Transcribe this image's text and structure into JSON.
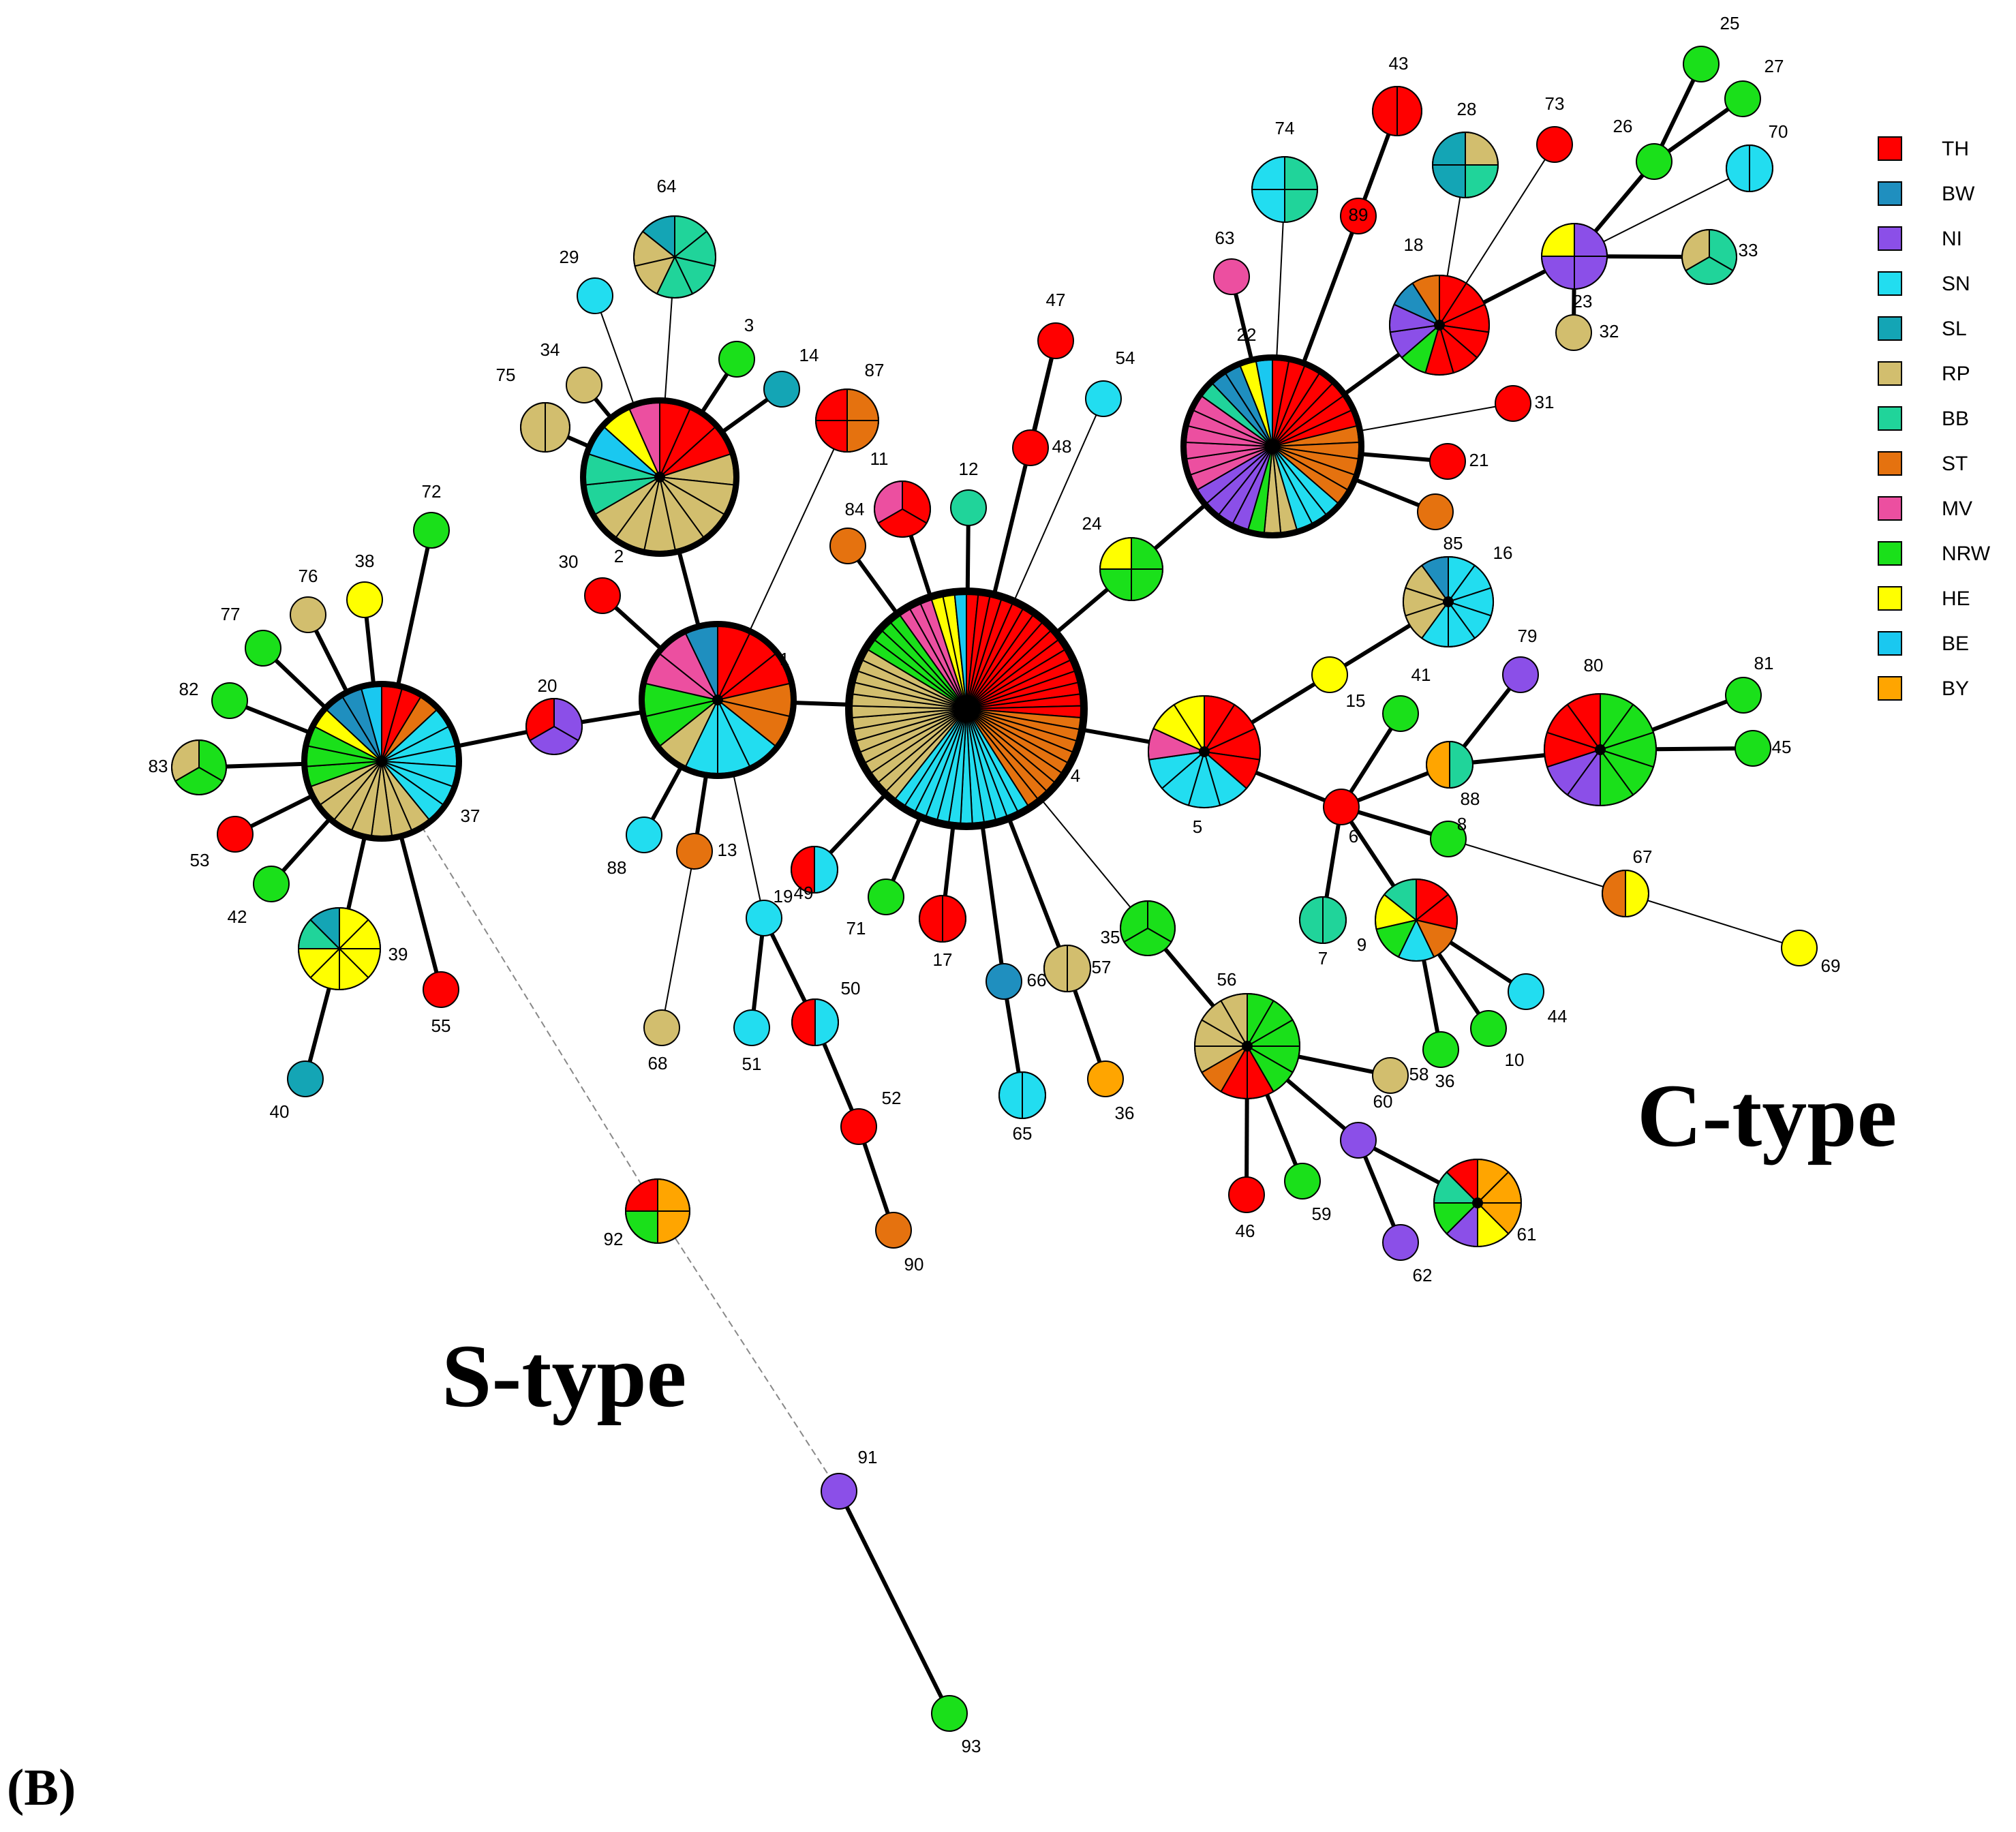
{
  "figure": {
    "panel_label": "(B)",
    "cluster_labels": {
      "c_type": "C-type",
      "s_type": "S-type"
    }
  },
  "legend": [
    {
      "code": "TH",
      "color": "#FF0000"
    },
    {
      "code": "BW",
      "color": "#1F8FBF"
    },
    {
      "code": "NI",
      "color": "#8B4FE8"
    },
    {
      "code": "SN",
      "color": "#22DDF0"
    },
    {
      "code": "SL",
      "color": "#14A5B5"
    },
    {
      "code": "RP",
      "color": "#D2BE6E"
    },
    {
      "code": "BB",
      "color": "#20D49A"
    },
    {
      "code": "ST",
      "color": "#E5720F"
    },
    {
      "code": "MV",
      "color": "#EC4FA0"
    },
    {
      "code": "NRW",
      "color": "#1AE01A"
    },
    {
      "code": "HE",
      "color": "#FFFF00"
    },
    {
      "code": "BE",
      "color": "#1AC8F0"
    },
    {
      "code": "BY",
      "color": "#FFA500"
    }
  ],
  "nodes": [
    {
      "id": "4",
      "slices": {
        "TH": 16,
        "ST": 9,
        "SN": 12,
        "RP": 14,
        "NRW": 4,
        "MV": 3,
        "HE": 2,
        "BE": 1
      },
      "ring": true
    },
    {
      "id": "1",
      "slices": {
        "TH": 3,
        "ST": 2,
        "SN": 3,
        "RP": 1,
        "NRW": 2,
        "MV": 2,
        "BW": 1
      },
      "ring": true
    },
    {
      "id": "2",
      "slices": {
        "TH": 3,
        "RP": 7,
        "BB": 2,
        "BE": 1,
        "HE": 1,
        "MV": 1
      },
      "ring": true
    },
    {
      "id": "37",
      "slices": {
        "TH": 2,
        "ST": 1,
        "SN": 6,
        "RP": 7,
        "NRW": 3,
        "HE": 1,
        "BW": 2,
        "BE": 1
      },
      "ring": true
    },
    {
      "id": "22",
      "slices": {
        "TH": 7,
        "ST": 5,
        "SN": 3,
        "RP": 2,
        "NRW": 1,
        "NI": 4,
        "MV": 6,
        "BB": 1,
        "BW": 2,
        "HE": 1,
        "BE": 1
      },
      "ring": true
    },
    {
      "id": "5",
      "slices": {
        "TH": 4,
        "SN": 4,
        "MV": 1,
        "HE": 2
      }
    },
    {
      "id": "56",
      "slices": {
        "NRW": 5,
        "TH": 2,
        "ST": 1,
        "RP": 4
      }
    },
    {
      "id": "80",
      "slices": {
        "NRW": 5,
        "NI": 2,
        "TH": 3
      }
    },
    {
      "id": "18",
      "slices": {
        "TH": 6,
        "NRW": 1,
        "NI": 2,
        "BW": 1,
        "ST": 1
      }
    },
    {
      "id": "16",
      "slices": {
        "SN": 6,
        "RP": 3,
        "BW": 1
      }
    },
    {
      "id": "9",
      "slices": {
        "TH": 2,
        "ST": 1,
        "SN": 1,
        "NRW": 1,
        "HE": 1,
        "BB": 1
      }
    },
    {
      "id": "61",
      "slices": {
        "BY": 3,
        "HE": 1,
        "NI": 1,
        "NRW": 1,
        "BB": 1,
        "TH": 1
      }
    },
    {
      "id": "64",
      "slices": {
        "BB": 4,
        "RP": 2,
        "SL": 1
      }
    },
    {
      "id": "39",
      "slices": {
        "HE": 6,
        "BB": 1,
        "SL": 1
      }
    },
    {
      "id": "23",
      "slices": {
        "NI": 3,
        "HE": 1
      }
    },
    {
      "id": "28",
      "slices": {
        "RP": 1,
        "BB": 1,
        "SL": 2
      }
    },
    {
      "id": "74",
      "slices": {
        "BB": 2,
        "SN": 2
      }
    },
    {
      "id": "24",
      "slices": {
        "NRW": 3,
        "HE": 1
      }
    },
    {
      "id": "87",
      "slices": {
        "ST": 2,
        "TH": 2
      }
    },
    {
      "id": "92",
      "slices": {
        "BY": 2,
        "NRW": 1,
        "TH": 1
      }
    },
    {
      "id": "11",
      "slices": {
        "TH": 2,
        "MV": 1
      }
    },
    {
      "id": "20",
      "slices": {
        "NI": 2,
        "TH": 1
      }
    },
    {
      "id": "83",
      "slices": {
        "NRW": 2,
        "RP": 1
      }
    },
    {
      "id": "35",
      "slices": {
        "NRW": 3
      }
    },
    {
      "id": "33",
      "slices": {
        "BB": 2,
        "RP": 1
      }
    },
    {
      "id": "43",
      "slices": {
        "TH": 2
      }
    },
    {
      "id": "75",
      "slices": {
        "RP": 2
      }
    },
    {
      "id": "49",
      "slices": {
        "SN": 1,
        "TH": 1
      }
    },
    {
      "id": "50",
      "slices": {
        "SN": 1,
        "TH": 1
      }
    },
    {
      "id": "17",
      "slices": {
        "TH": 2
      }
    },
    {
      "id": "57",
      "slices": {
        "RP": 2
      }
    },
    {
      "id": "65",
      "slices": {
        "SN": 2
      }
    },
    {
      "id": "88",
      "slices": {
        "BB": 1,
        "BY": 1
      }
    },
    {
      "id": "67",
      "slices": {
        "HE": 1,
        "ST": 1
      }
    },
    {
      "id": "7",
      "slices": {
        "BB": 2
      }
    },
    {
      "id": "70",
      "slices": {
        "SN": 2
      }
    },
    {
      "id": "3",
      "slices": {
        "NRW": 1
      }
    },
    {
      "id": "14",
      "slices": {
        "SL": 1
      }
    },
    {
      "id": "29",
      "slices": {
        "SN": 1
      }
    },
    {
      "id": "34",
      "slices": {
        "RP": 1
      }
    },
    {
      "id": "72",
      "slices": {
        "NRW": 1
      }
    },
    {
      "id": "38",
      "slices": {
        "HE": 1
      }
    },
    {
      "id": "76",
      "slices": {
        "RP": 1
      }
    },
    {
      "id": "77",
      "slices": {
        "NRW": 1
      }
    },
    {
      "id": "82",
      "slices": {
        "NRW": 1
      }
    },
    {
      "id": "53",
      "slices": {
        "TH": 1
      }
    },
    {
      "id": "42",
      "slices": {
        "NRW": 1
      }
    },
    {
      "id": "55",
      "slices": {
        "TH": 1
      }
    },
    {
      "id": "40",
      "slices": {
        "SL": 1
      }
    },
    {
      "id": "30",
      "slices": {
        "TH": 1
      }
    },
    {
      "id": "84",
      "slices": {
        "ST": 1
      }
    },
    {
      "id": "88b",
      "label": "88",
      "slices": {
        "SN": 1
      }
    },
    {
      "id": "13",
      "slices": {
        "ST": 1
      }
    },
    {
      "id": "68",
      "slices": {
        "RP": 1
      }
    },
    {
      "id": "19",
      "slices": {
        "SN": 1
      }
    },
    {
      "id": "51",
      "slices": {
        "SN": 1
      }
    },
    {
      "id": "52",
      "slices": {
        "TH": 1
      }
    },
    {
      "id": "90",
      "slices": {
        "ST": 1
      }
    },
    {
      "id": "71",
      "slices": {
        "NRW": 1
      }
    },
    {
      "id": "12",
      "slices": {
        "BB": 1
      }
    },
    {
      "id": "47",
      "slices": {
        "TH": 1
      }
    },
    {
      "id": "48",
      "slices": {
        "TH": 1
      }
    },
    {
      "id": "54",
      "slices": {
        "SN": 1
      }
    },
    {
      "id": "66",
      "slices": {
        "BW": 1
      }
    },
    {
      "id": "36",
      "slices": {
        "BY": 1
      }
    },
    {
      "id": "91",
      "slices": {
        "NI": 1
      }
    },
    {
      "id": "93",
      "slices": {
        "NRW": 1
      }
    },
    {
      "id": "46",
      "slices": {
        "TH": 1
      }
    },
    {
      "id": "59",
      "slices": {
        "NRW": 1
      }
    },
    {
      "id": "60",
      "slices": {
        "NI": 1
      }
    },
    {
      "id": "62",
      "slices": {
        "NI": 1
      }
    },
    {
      "id": "58",
      "slices": {
        "RP": 1
      }
    },
    {
      "id": "36b",
      "label": "36",
      "slices": {
        "NRW": 1
      }
    },
    {
      "id": "10",
      "slices": {
        "NRW": 1
      }
    },
    {
      "id": "44",
      "slices": {
        "SN": 1
      }
    },
    {
      "id": "6",
      "slices": {
        "TH": 1
      }
    },
    {
      "id": "8",
      "slices": {
        "NRW": 1
      }
    },
    {
      "id": "41",
      "slices": {
        "NRW": 1
      }
    },
    {
      "id": "15",
      "slices": {
        "HE": 1
      }
    },
    {
      "id": "79",
      "slices": {
        "NI": 1
      }
    },
    {
      "id": "81",
      "slices": {
        "NRW": 1
      }
    },
    {
      "id": "45",
      "slices": {
        "NRW": 1
      }
    },
    {
      "id": "69",
      "slices": {
        "HE": 1
      }
    },
    {
      "id": "85",
      "slices": {
        "ST": 1
      }
    },
    {
      "id": "21",
      "slices": {
        "TH": 1
      }
    },
    {
      "id": "31",
      "slices": {
        "TH": 1
      }
    },
    {
      "id": "63",
      "slices": {
        "MV": 1
      }
    },
    {
      "id": "89",
      "slices": {
        "TH": 1
      }
    },
    {
      "id": "73",
      "slices": {
        "TH": 1
      }
    },
    {
      "id": "32",
      "slices": {
        "RP": 1
      }
    },
    {
      "id": "26",
      "slices": {
        "NRW": 1
      }
    },
    {
      "id": "25",
      "slices": {
        "NRW": 1
      }
    },
    {
      "id": "27",
      "slices": {
        "NRW": 1
      }
    }
  ],
  "edges": [
    [
      "37",
      "20"
    ],
    [
      "20",
      "1"
    ],
    [
      "1",
      "4"
    ],
    [
      "1",
      "2"
    ],
    [
      "4",
      "24"
    ],
    [
      "24",
      "22"
    ],
    [
      "4",
      "5"
    ],
    [
      "5",
      "6"
    ],
    [
      "2",
      "64"
    ],
    [
      "2",
      "29"
    ],
    [
      "2",
      "34"
    ],
    [
      "2",
      "75"
    ],
    [
      "2",
      "3"
    ],
    [
      "2",
      "14"
    ],
    [
      "37",
      "72"
    ],
    [
      "37",
      "38"
    ],
    [
      "37",
      "76"
    ],
    [
      "37",
      "77"
    ],
    [
      "37",
      "82"
    ],
    [
      "37",
      "83"
    ],
    [
      "37",
      "53"
    ],
    [
      "37",
      "42"
    ],
    [
      "37",
      "39"
    ],
    [
      "37",
      "55"
    ],
    [
      "39",
      "40"
    ],
    [
      "37",
      "92"
    ],
    [
      "92",
      "91"
    ],
    [
      "91",
      "93"
    ],
    [
      "1",
      "30"
    ],
    [
      "1",
      "87"
    ],
    [
      "1",
      "88b"
    ],
    [
      "1",
      "13"
    ],
    [
      "13",
      "68"
    ],
    [
      "1",
      "19"
    ],
    [
      "19",
      "51"
    ],
    [
      "19",
      "50"
    ],
    [
      "50",
      "52"
    ],
    [
      "52",
      "90"
    ],
    [
      "4",
      "84"
    ],
    [
      "4",
      "11"
    ],
    [
      "4",
      "12"
    ],
    [
      "4",
      "47"
    ],
    [
      "47",
      "48"
    ],
    [
      "4",
      "54"
    ],
    [
      "4",
      "49"
    ],
    [
      "4",
      "71"
    ],
    [
      "4",
      "17"
    ],
    [
      "4",
      "66"
    ],
    [
      "66",
      "65"
    ],
    [
      "4",
      "57"
    ],
    [
      "57",
      "36"
    ],
    [
      "4",
      "35"
    ],
    [
      "35",
      "56"
    ],
    [
      "56",
      "46"
    ],
    [
      "56",
      "59"
    ],
    [
      "56",
      "60"
    ],
    [
      "60",
      "62"
    ],
    [
      "60",
      "61"
    ],
    [
      "56",
      "58"
    ],
    [
      "6",
      "7"
    ],
    [
      "6",
      "9"
    ],
    [
      "9",
      "36b"
    ],
    [
      "9",
      "10"
    ],
    [
      "9",
      "44"
    ],
    [
      "6",
      "8"
    ],
    [
      "8",
      "67"
    ],
    [
      "67",
      "69"
    ],
    [
      "6",
      "88"
    ],
    [
      "88",
      "79"
    ],
    [
      "88",
      "80"
    ],
    [
      "80",
      "81"
    ],
    [
      "80",
      "45"
    ],
    [
      "6",
      "41"
    ],
    [
      "5",
      "15"
    ],
    [
      "15",
      "16"
    ],
    [
      "22",
      "85"
    ],
    [
      "22",
      "21"
    ],
    [
      "22",
      "31"
    ],
    [
      "22",
      "63"
    ],
    [
      "22",
      "74"
    ],
    [
      "22",
      "89"
    ],
    [
      "89",
      "43"
    ],
    [
      "22",
      "18"
    ],
    [
      "18",
      "28"
    ],
    [
      "18",
      "73"
    ],
    [
      "18",
      "23"
    ],
    [
      "23",
      "32"
    ],
    [
      "23",
      "33"
    ],
    [
      "23",
      "26"
    ],
    [
      "26",
      "25"
    ],
    [
      "26",
      "27"
    ],
    [
      "23",
      "70"
    ]
  ]
}
